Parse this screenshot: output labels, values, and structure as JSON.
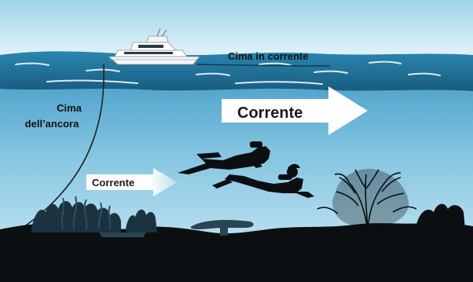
{
  "labels": {
    "surface_line": "Cima in corrente",
    "anchor_line_1": "Cima",
    "anchor_line_2": "dell’ancora",
    "current_big": "Corrente",
    "current_small": "Corrente"
  },
  "colors": {
    "sky_top": "#9fd4e8",
    "sky_bottom": "#e8f4f8",
    "surface": "#1f6e96",
    "water_top": "#3d97c4",
    "water_bottom": "#cdeaf5",
    "seabed": "#0b0f12",
    "arrow_fill": "#ffffff"
  },
  "icons": [
    "motor-yacht-icon",
    "scuba-diver-icon",
    "coral-reef-icon",
    "sea-fan-icon"
  ]
}
